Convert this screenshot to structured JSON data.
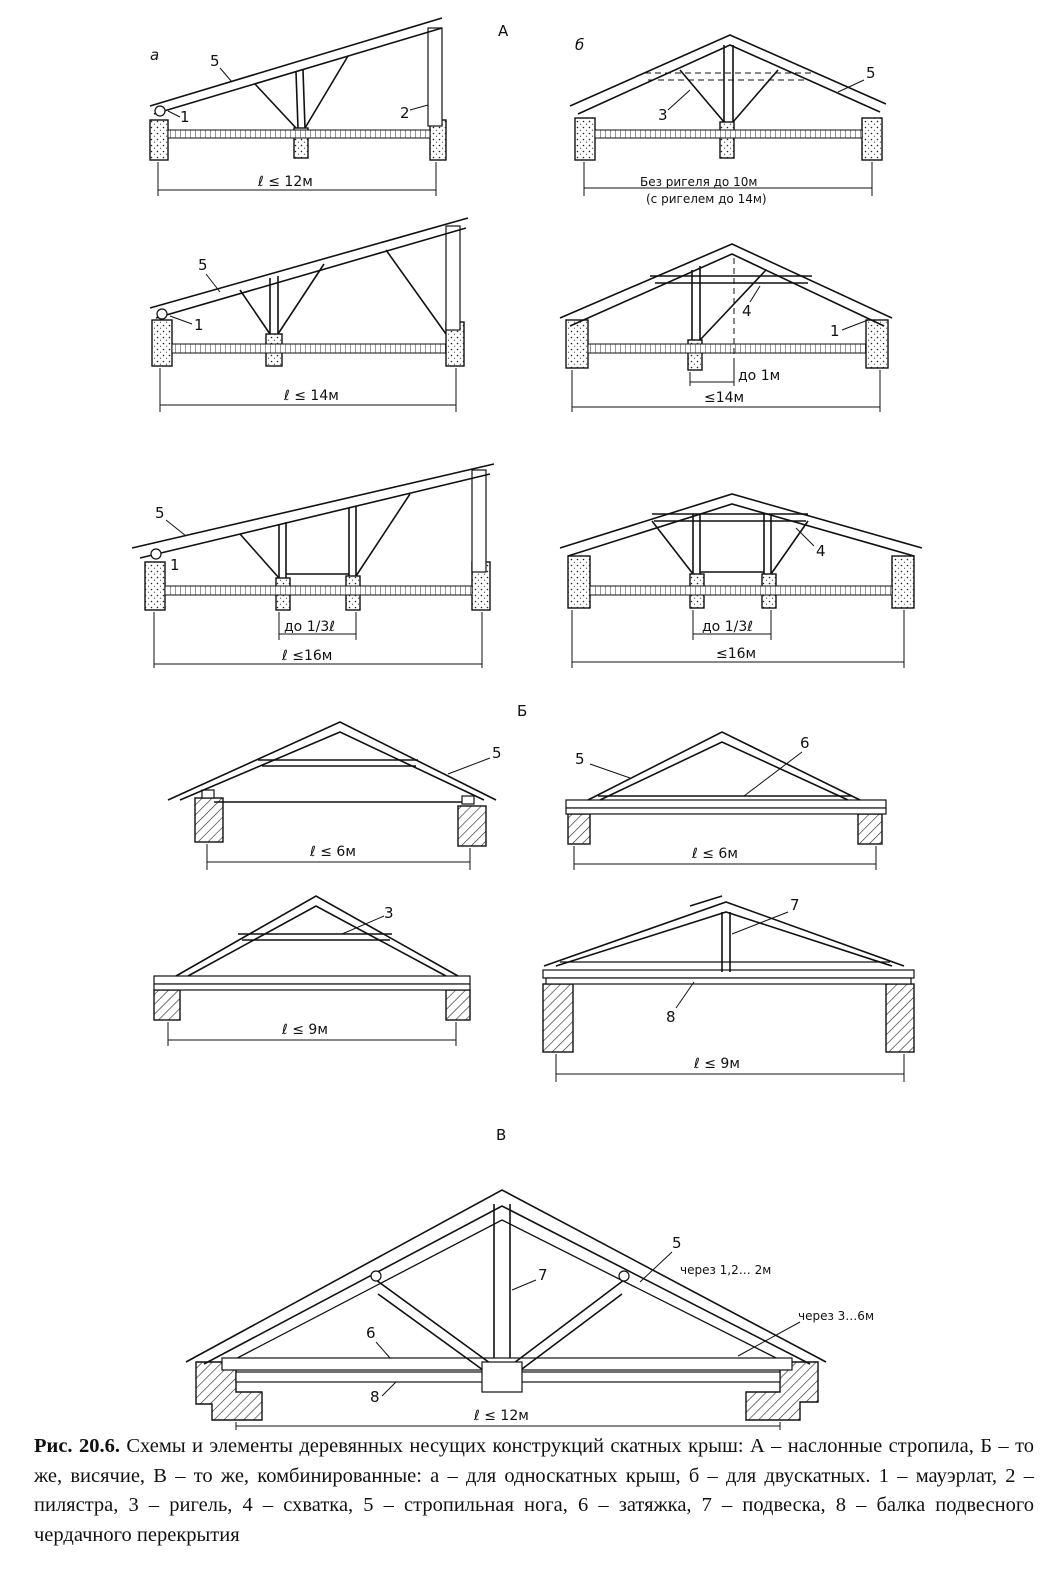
{
  "sections": {
    "A": "А",
    "B": "Б",
    "V": "В",
    "a": "а",
    "b": "б"
  },
  "numbers": {
    "n1": "1",
    "n2": "2",
    "n3": "3",
    "n4": "4",
    "n5": "5",
    "n6": "6",
    "n7": "7",
    "n8": "8"
  },
  "dimensions": {
    "l12": "ℓ ≤ 12м",
    "no_rigel": "Без ригеля до 10м",
    "with_rigel": "(с ригелем до 14м)",
    "l14": "ℓ ≤ 14м",
    "do1m": "до 1м",
    "le14": "≤14м",
    "do13l": "до 1/3ℓ",
    "l16": "ℓ ≤16м",
    "le16": "≤16м",
    "l6": "ℓ ≤ 6м",
    "l9": "ℓ ≤ 9м",
    "l12b": "ℓ ≤ 12м",
    "cherez12": "через 1,2… 2м",
    "cherez36": "через 3…6м"
  },
  "caption": {
    "title": "Рис. 20.6.",
    "text": "Схемы и элементы деревянных несущих конструкций скатных крыш: А – наслонные стропила, Б – то же, висячие, В – то же, комбинированные: а – для односкатных крыш, б – для двускатных. 1 – мауэрлат, 2 – пилястра, 3 – ригель, 4 – схватка, 5 – стропильная нога, 6 – затяжка, 7 – подвеска, 8 – балка подвесного чердачного перекрытия"
  }
}
